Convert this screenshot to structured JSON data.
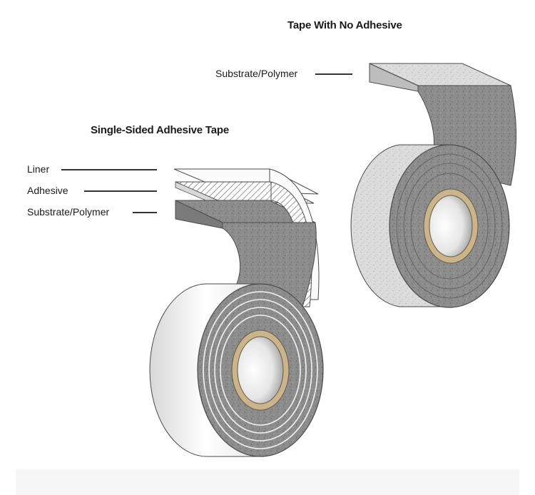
{
  "titles": {
    "no_adhesive": "Tape With No Adhesive",
    "single_sided": "Single-Sided Adhesive Tape"
  },
  "labels": {
    "no_adhesive_substrate": "Substrate/Polymer",
    "liner": "Liner",
    "adhesive": "Adhesive",
    "single_substrate": "Substrate/Polymer"
  },
  "colors": {
    "substrate_gray": "#8a8a8a",
    "substrate_light": "#d9d9d9",
    "liner_white": "#f4f4f4",
    "core_tan": "#c9b48e",
    "outline": "#4a4a4a"
  }
}
